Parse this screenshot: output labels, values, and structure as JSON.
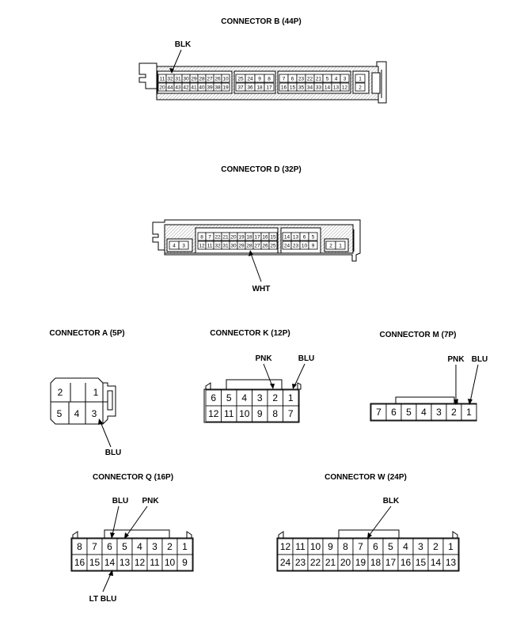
{
  "titles": {
    "b": "CONNECTOR B (44P)",
    "d": "CONNECTOR D (32P)",
    "a": "CONNECTOR A (5P)",
    "k": "CONNECTOR K (12P)",
    "m": "CONNECTOR M (7P)",
    "q": "CONNECTOR Q (16P)",
    "w": "CONNECTOR W (24P)"
  },
  "wires": {
    "b_blk": "BLK",
    "d_wht": "WHT",
    "a_blu": "BLU",
    "k_pnk": "PNK",
    "k_blu": "BLU",
    "m_pnk": "PNK",
    "m_blu": "BLU",
    "q_blu": "BLU",
    "q_pnk": "PNK",
    "q_ltblu": "LT BLU",
    "w_blk": "BLK"
  },
  "connector_b": {
    "g1_top": [
      "11",
      "32",
      "31",
      "30",
      "29",
      "28",
      "27",
      "26",
      "10"
    ],
    "g1_bot": [
      "20",
      "44",
      "43",
      "42",
      "41",
      "40",
      "39",
      "38",
      "19"
    ],
    "g2_top": [
      "25",
      "24",
      "9",
      "8"
    ],
    "g2_bot": [
      "37",
      "36",
      "18",
      "17"
    ],
    "g3_top": [
      "7",
      "6",
      "23",
      "22",
      "21",
      "5",
      "4",
      "3"
    ],
    "g3_bot": [
      "16",
      "15",
      "35",
      "34",
      "33",
      "14",
      "13",
      "12"
    ],
    "g4_top": [
      "1"
    ],
    "g4_bot": [
      "2"
    ]
  },
  "connector_d": {
    "g0_top": [
      "4",
      "3"
    ],
    "g1_top": [
      "8",
      "7",
      "22",
      "21",
      "20",
      "19",
      "18",
      "17",
      "16",
      "15"
    ],
    "g1_bot": [
      "12",
      "11",
      "32",
      "31",
      "30",
      "29",
      "28",
      "27",
      "26",
      "25"
    ],
    "g2_top": [
      "14",
      "13",
      "6",
      "5"
    ],
    "g2_bot": [
      "24",
      "23",
      "10",
      "9"
    ],
    "g3_top": [
      "2",
      "1"
    ]
  },
  "connector_a": {
    "top": [
      "2",
      "1"
    ],
    "bot": [
      "5",
      "4",
      "3"
    ]
  },
  "connector_k": {
    "top": [
      "6",
      "5",
      "4",
      "3",
      "2",
      "1"
    ],
    "bot": [
      "12",
      "11",
      "10",
      "9",
      "8",
      "7"
    ]
  },
  "connector_m": {
    "row": [
      "7",
      "6",
      "5",
      "4",
      "3",
      "2",
      "1"
    ]
  },
  "connector_q": {
    "top": [
      "8",
      "7",
      "6",
      "5",
      "4",
      "3",
      "2",
      "1"
    ],
    "bot": [
      "16",
      "15",
      "14",
      "13",
      "12",
      "11",
      "10",
      "9"
    ]
  },
  "connector_w": {
    "top": [
      "12",
      "11",
      "10",
      "9",
      "8",
      "7",
      "6",
      "5",
      "4",
      "3",
      "2",
      "1"
    ],
    "bot": [
      "24",
      "23",
      "22",
      "21",
      "20",
      "19",
      "18",
      "17",
      "16",
      "15",
      "14",
      "13"
    ]
  }
}
